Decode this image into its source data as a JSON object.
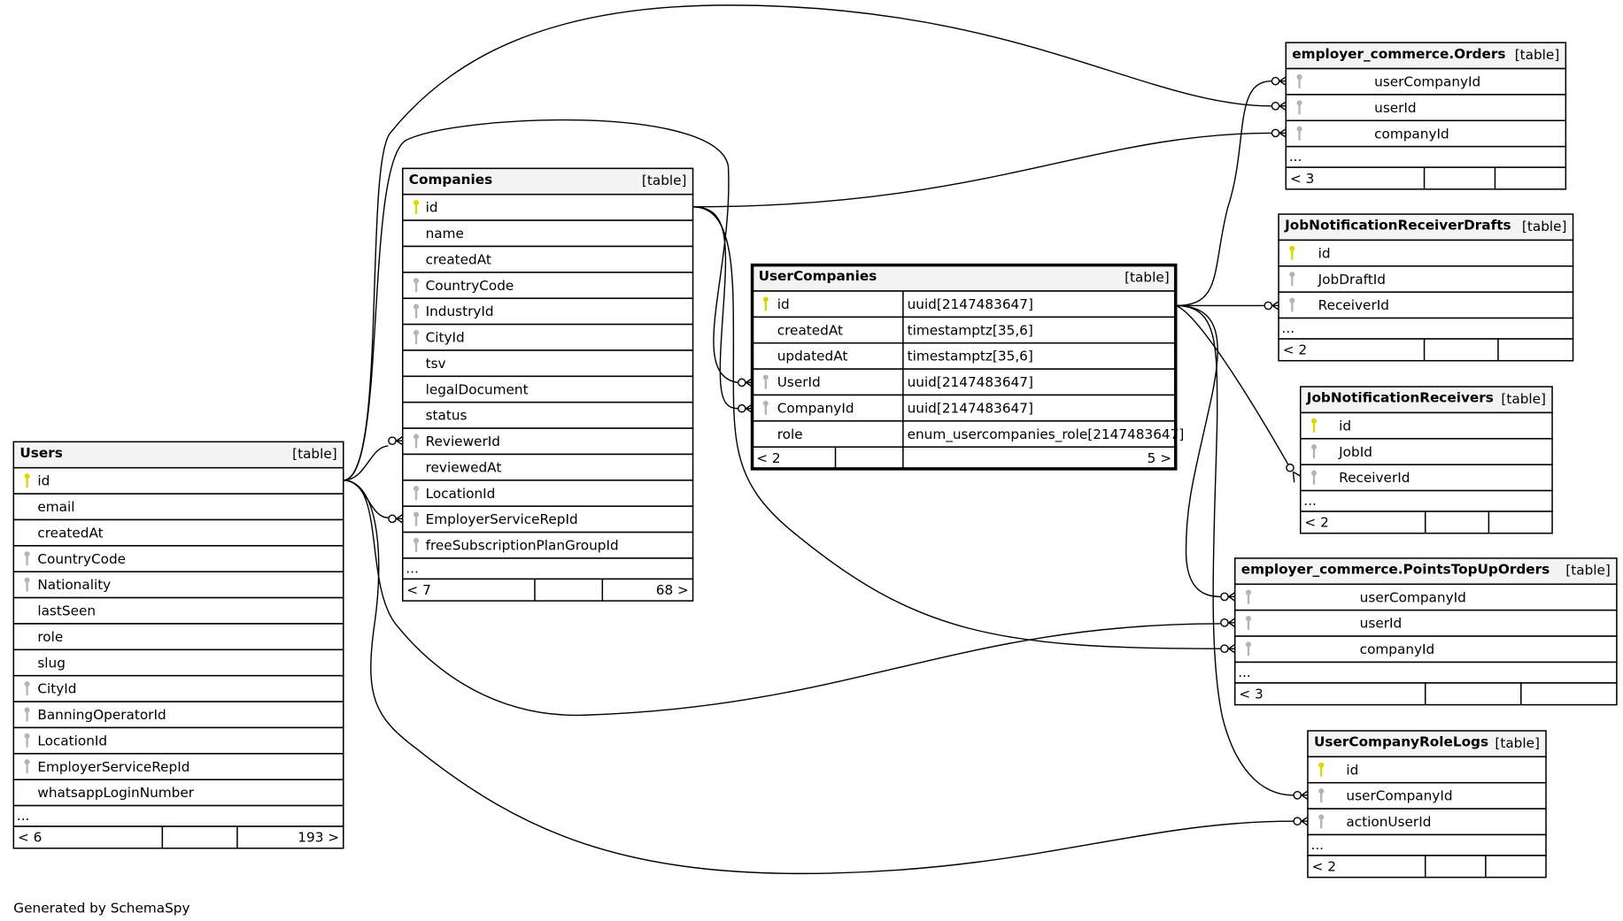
{
  "footer_text": "Generated by SchemaSpy",
  "colors": {
    "primary_key": "#d8d800",
    "foreign_key": "#b4b4b4",
    "header_bg": "#f4f4f4",
    "line": "#000000"
  },
  "tables": [
    {
      "name": "Users",
      "label": "[table]",
      "ellipsis": "...",
      "footer": {
        "left": "< 6",
        "right": "193 >"
      },
      "columns": [
        {
          "name": "id",
          "key": "pk"
        },
        {
          "name": "email",
          "key": ""
        },
        {
          "name": "createdAt",
          "key": ""
        },
        {
          "name": "CountryCode",
          "key": "fk"
        },
        {
          "name": "Nationality",
          "key": "fk"
        },
        {
          "name": "lastSeen",
          "key": ""
        },
        {
          "name": "role",
          "key": ""
        },
        {
          "name": "slug",
          "key": ""
        },
        {
          "name": "CityId",
          "key": "fk"
        },
        {
          "name": "BanningOperatorId",
          "key": "fk"
        },
        {
          "name": "LocationId",
          "key": "fk"
        },
        {
          "name": "EmployerServiceRepId",
          "key": "fk"
        },
        {
          "name": "whatsappLoginNumber",
          "key": ""
        }
      ]
    },
    {
      "name": "Companies",
      "label": "[table]",
      "ellipsis": "...",
      "footer": {
        "left": "< 7",
        "right": "68 >"
      },
      "columns": [
        {
          "name": "id",
          "key": "pk"
        },
        {
          "name": "name",
          "key": ""
        },
        {
          "name": "createdAt",
          "key": ""
        },
        {
          "name": "CountryCode",
          "key": "fk"
        },
        {
          "name": "IndustryId",
          "key": "fk"
        },
        {
          "name": "CityId",
          "key": "fk"
        },
        {
          "name": "tsv",
          "key": ""
        },
        {
          "name": "legalDocument",
          "key": ""
        },
        {
          "name": "status",
          "key": ""
        },
        {
          "name": "ReviewerId",
          "key": "fk"
        },
        {
          "name": "reviewedAt",
          "key": ""
        },
        {
          "name": "LocationId",
          "key": "fk"
        },
        {
          "name": "EmployerServiceRepId",
          "key": "fk"
        },
        {
          "name": "freeSubscriptionPlanGroupId",
          "key": "fk"
        }
      ]
    },
    {
      "name": "UserCompanies",
      "label": "[table]",
      "ellipsis": "",
      "footer": {
        "left": "< 2",
        "right": "5 >"
      },
      "columns": [
        {
          "name": "id",
          "key": "pk",
          "type": "uuid[2147483647]"
        },
        {
          "name": "createdAt",
          "key": "",
          "type": "timestamptz[35,6]"
        },
        {
          "name": "updatedAt",
          "key": "",
          "type": "timestamptz[35,6]"
        },
        {
          "name": "UserId",
          "key": "fk",
          "type": "uuid[2147483647]"
        },
        {
          "name": "CompanyId",
          "key": "fk",
          "type": "uuid[2147483647]"
        },
        {
          "name": "role",
          "key": "",
          "type": "enum_usercompanies_role[2147483647]"
        }
      ]
    },
    {
      "name": "employer_commerce.Orders",
      "label": "[table]",
      "ellipsis": "...",
      "footer": {
        "left": "< 3",
        "right": ""
      },
      "columns": [
        {
          "name": "userCompanyId",
          "key": "fk"
        },
        {
          "name": "userId",
          "key": "fk"
        },
        {
          "name": "companyId",
          "key": "fk"
        }
      ]
    },
    {
      "name": "JobNotificationReceiverDrafts",
      "label": "[table]",
      "ellipsis": "...",
      "footer": {
        "left": "< 2",
        "right": ""
      },
      "columns": [
        {
          "name": "id",
          "key": "pk"
        },
        {
          "name": "JobDraftId",
          "key": "fk"
        },
        {
          "name": "ReceiverId",
          "key": "fk"
        }
      ]
    },
    {
      "name": "JobNotificationReceivers",
      "label": "[table]",
      "ellipsis": "...",
      "footer": {
        "left": "< 2",
        "right": ""
      },
      "columns": [
        {
          "name": "id",
          "key": "pk"
        },
        {
          "name": "JobId",
          "key": "fk"
        },
        {
          "name": "ReceiverId",
          "key": "fk"
        }
      ]
    },
    {
      "name": "employer_commerce.PointsTopUpOrders",
      "label": "[table]",
      "ellipsis": "...",
      "footer": {
        "left": "< 3",
        "right": ""
      },
      "columns": [
        {
          "name": "userCompanyId",
          "key": "fk"
        },
        {
          "name": "userId",
          "key": "fk"
        },
        {
          "name": "companyId",
          "key": "fk"
        }
      ]
    },
    {
      "name": "UserCompanyRoleLogs",
      "label": "[table]",
      "ellipsis": "...",
      "footer": {
        "left": "< 2",
        "right": ""
      },
      "columns": [
        {
          "name": "id",
          "key": "pk"
        },
        {
          "name": "userCompanyId",
          "key": "fk"
        },
        {
          "name": "actionUserId",
          "key": "fk"
        }
      ]
    }
  ],
  "relationships": [
    {
      "from": "Users.id",
      "to": "Companies.ReviewerId"
    },
    {
      "from": "Users.id",
      "to": "Companies.EmployerServiceRepId"
    },
    {
      "from": "Users.id",
      "to": "employer_commerce.Orders.userId"
    },
    {
      "from": "Users.id",
      "to": "UserCompanies.UserId"
    },
    {
      "from": "Users.id",
      "to": "employer_commerce.PointsTopUpOrders.userId"
    },
    {
      "from": "Users.id",
      "to": "UserCompanyRoleLogs.actionUserId"
    },
    {
      "from": "Companies.id",
      "to": "employer_commerce.Orders.companyId"
    },
    {
      "from": "Companies.id",
      "to": "UserCompanies.CompanyId"
    },
    {
      "from": "Companies.id",
      "to": "employer_commerce.PointsTopUpOrders.companyId"
    },
    {
      "from": "UserCompanies.id",
      "to": "employer_commerce.Orders.userCompanyId"
    },
    {
      "from": "UserCompanies.id",
      "to": "JobNotificationReceiverDrafts.ReceiverId"
    },
    {
      "from": "UserCompanies.id",
      "to": "JobNotificationReceivers.ReceiverId"
    },
    {
      "from": "UserCompanies.id",
      "to": "employer_commerce.PointsTopUpOrders.userCompanyId"
    },
    {
      "from": "UserCompanies.id",
      "to": "UserCompanyRoleLogs.userCompanyId"
    }
  ]
}
